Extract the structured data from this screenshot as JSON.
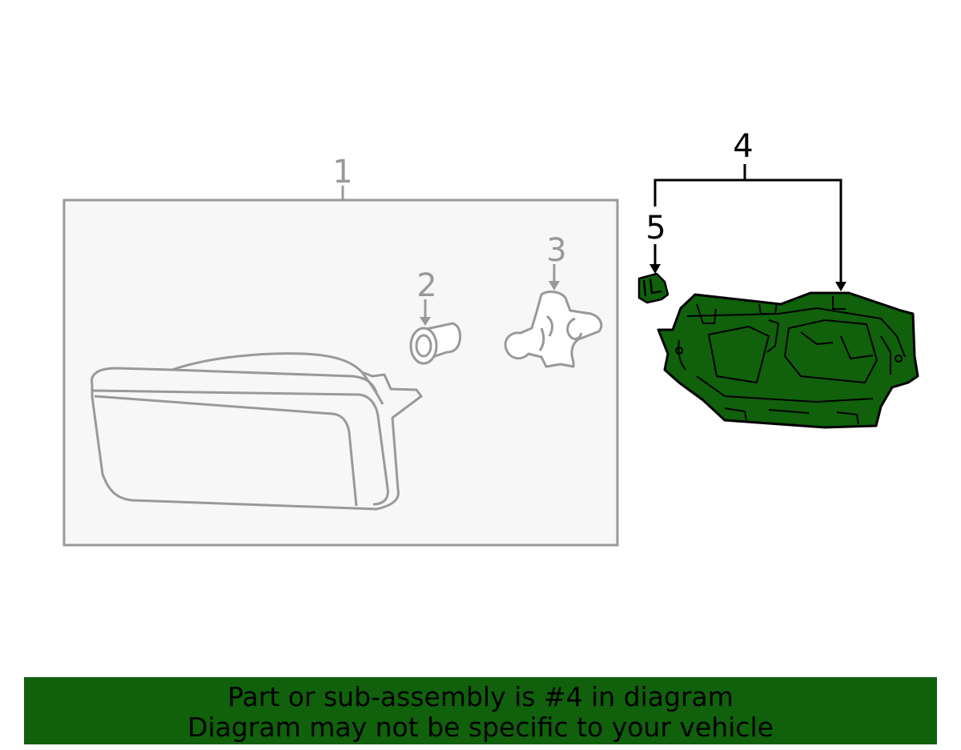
{
  "callouts": {
    "c1": "1",
    "c2": "2",
    "c3": "3",
    "c4": "4",
    "c5": "5"
  },
  "banner": {
    "line1": "Part or sub-assembly is #4 in diagram",
    "line2": "Diagram may not be specific to your vehicle"
  },
  "colors": {
    "highlight_fill": "#10600c",
    "context_stroke": "#999999",
    "context_box_fill": "#f7f7f7",
    "banner_bg": "#10600c"
  }
}
